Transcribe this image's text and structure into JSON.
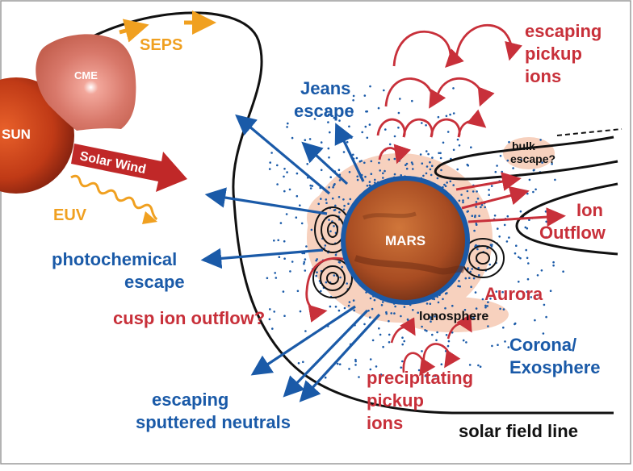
{
  "colors": {
    "blue": "#1a5aa8",
    "red": "#c8303a",
    "orange": "#f0a020",
    "black": "#111111",
    "glow": "#f6c9b3",
    "sun": "#c8401c",
    "cme": "#d8786a",
    "mars": "#b8582a"
  },
  "labels": {
    "sun": "SUN",
    "cme": "CME",
    "seps": "SEPS",
    "solar_wind": "Solar Wind",
    "euv": "EUV",
    "jeans_1": "Jeans",
    "jeans_2": "escape",
    "photo_1": "photochemical",
    "photo_2": "escape",
    "cusp": "cusp ion outflow?",
    "sputter_1": "escaping",
    "sputter_2": "sputtered neutrals",
    "precip_1": "precipitating",
    "precip_2": "pickup",
    "precip_3": "ions",
    "field_line": "solar field line",
    "mars": "MARS",
    "ionosphere": "Ionosphere",
    "aurora": "Aurora",
    "corona_1": "Corona/",
    "corona_2": "Exosphere",
    "ion_1": "Ion",
    "ion_2": "Outflow",
    "bulk_1": "bulk",
    "bulk_2": "escape?",
    "pickup_1": "escaping",
    "pickup_2": "pickup",
    "pickup_3": "ions"
  }
}
